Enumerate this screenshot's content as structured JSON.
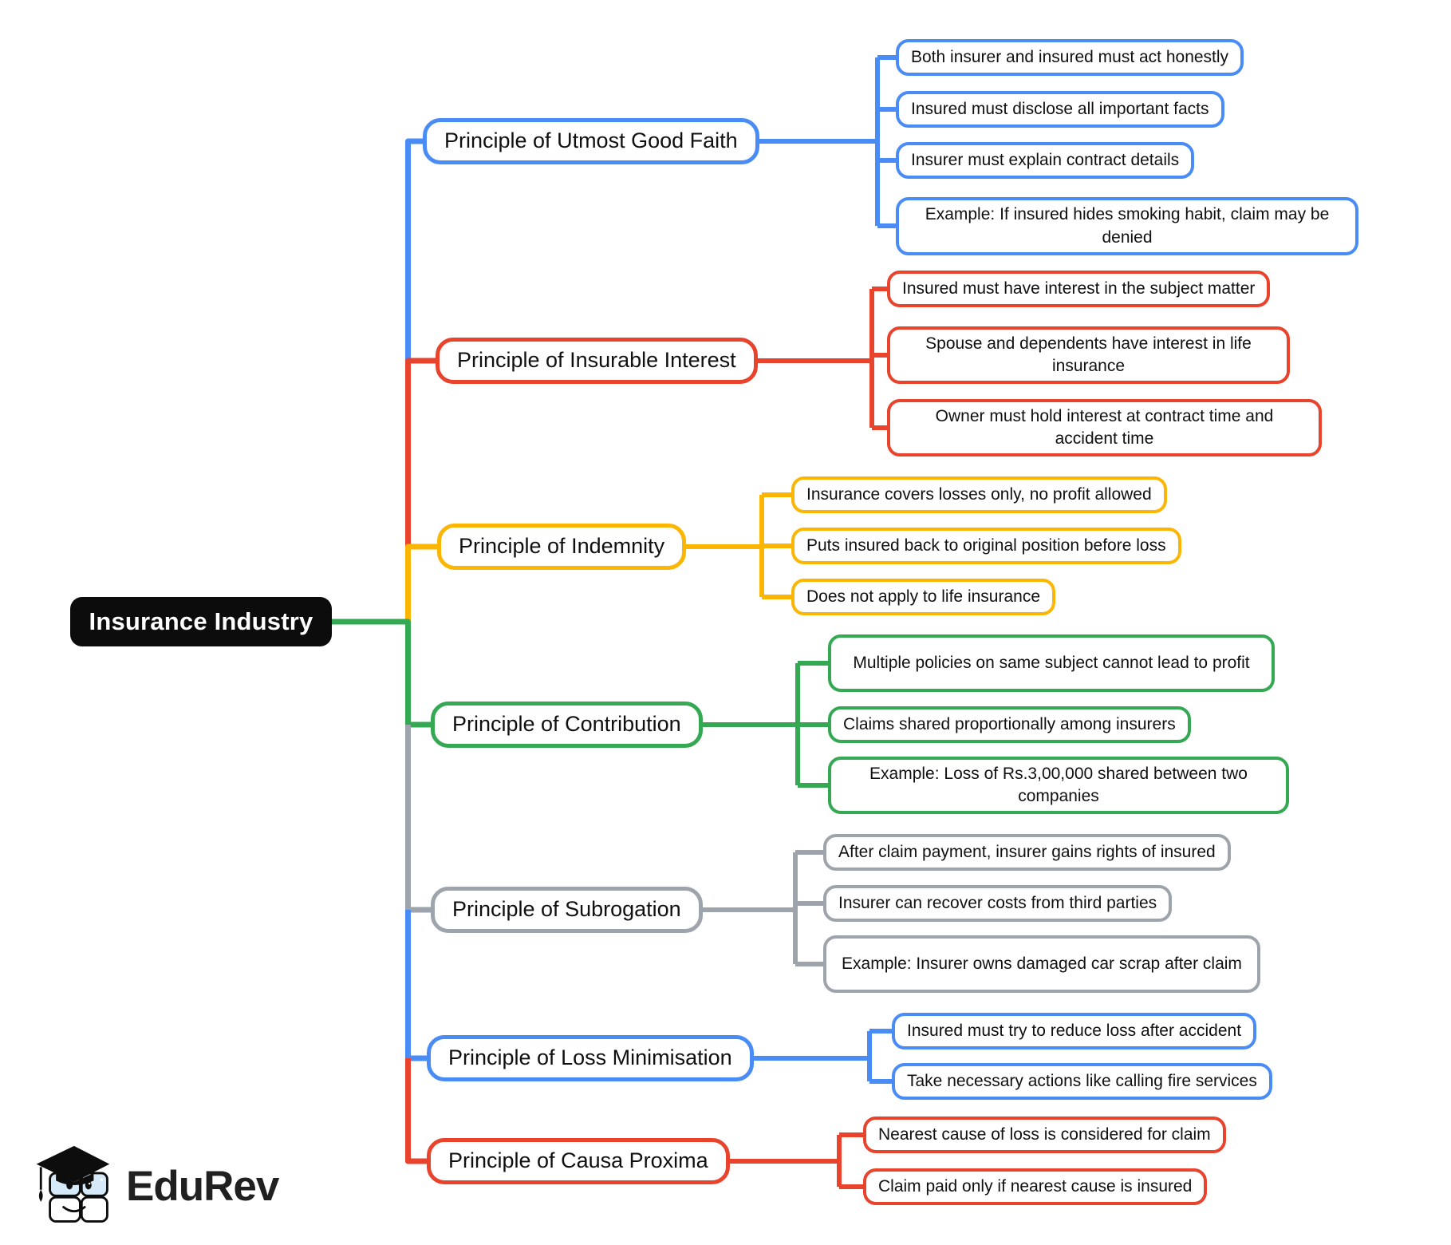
{
  "root": {
    "label": "Insurance Industry",
    "bg_color": "#0c0c0c",
    "text_color": "#ffffff"
  },
  "palette": {
    "blue": "#4A8CF5",
    "red": "#E8432D",
    "yellow": "#FBB604",
    "green": "#34A853",
    "gray": "#9EA4AB"
  },
  "branches": [
    {
      "label": "Principle of Utmost Good Faith",
      "color": "#4A8CF5",
      "children": [
        "Both insurer and insured must act honestly",
        "Insured must disclose all important facts",
        "Insurer must explain contract details",
        "Example: If insured hides smoking habit, claim may be denied"
      ]
    },
    {
      "label": "Principle of Insurable Interest",
      "color": "#E8432D",
      "children": [
        "Insured must have interest in the subject matter",
        "Spouse and dependents have interest in life insurance",
        "Owner must hold interest at contract time and accident time"
      ]
    },
    {
      "label": "Principle of Indemnity",
      "color": "#FBB604",
      "children": [
        "Insurance covers losses only, no profit allowed",
        "Puts insured back to original position before loss",
        "Does not apply to life insurance"
      ]
    },
    {
      "label": "Principle of Contribution",
      "color": "#34A853",
      "children": [
        "Multiple policies on same subject cannot lead to profit",
        "Claims shared proportionally among insurers",
        "Example: Loss of Rs.3,00,000 shared between two companies"
      ]
    },
    {
      "label": "Principle of Subrogation",
      "color": "#9EA4AB",
      "children": [
        "After claim payment, insurer gains rights of insured",
        "Insurer can recover costs from third parties",
        "Example: Insurer owns damaged car scrap after claim"
      ]
    },
    {
      "label": "Principle of Loss Minimisation",
      "color": "#4A8CF5",
      "children": [
        "Insured must try to reduce loss after accident",
        "Take necessary actions like calling fire services"
      ]
    },
    {
      "label": "Principle of Causa Proxima",
      "color": "#E8432D",
      "children": [
        "Nearest cause of loss is considered for claim",
        "Claim paid only if nearest cause is insured"
      ]
    }
  ],
  "logo": {
    "text": "EduRev",
    "icon": "graduation-cap-mascot-icon"
  }
}
